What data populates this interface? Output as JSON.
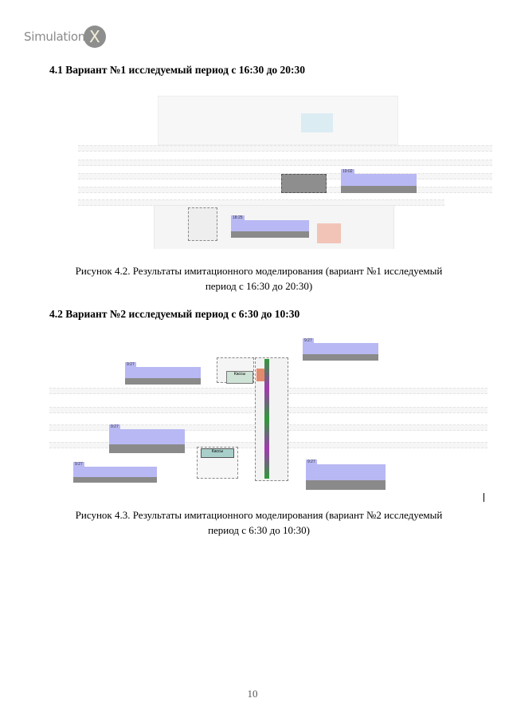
{
  "logo": {
    "text": "Simulation",
    "mark": "X"
  },
  "sections": [
    {
      "heading": "4.1   Вариант №1 исследуемый период с 16:30 до 20:30",
      "caption_line1": "Рисунок 4.2. Результаты имитационного моделирования (вариант №1 исследуемый",
      "caption_line2": "период с 16:30 до 20:30)"
    },
    {
      "heading": "4.2   Вариант №2 исследуемый период с 6:30 до 10:30",
      "caption_line1": "Рисунок 4.3. Результаты имитационного моделирования (вариант №2 исследуемый",
      "caption_line2": "период с 6:30 до 10:30)"
    }
  ],
  "figure2": {
    "label": "Кассы",
    "label2": "Кассы"
  },
  "page_number": "10",
  "colors": {
    "callout_header": "#b8b8f4",
    "callout_body": "#8a8a8a",
    "crowd": "#2f9a3a",
    "crowd2": "#a13ab0",
    "booth": "#e48a6c"
  }
}
